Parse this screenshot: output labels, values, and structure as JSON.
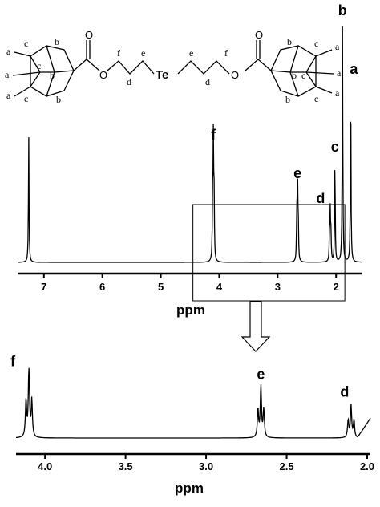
{
  "chart_data": [
    {
      "type": "line",
      "title": "",
      "xlabel": "ppm",
      "ylabel": "",
      "xlim": [
        7.45,
        1.55
      ],
      "x_reversed": true,
      "x_ticks": [
        "7",
        "6",
        "5",
        "4",
        "3",
        "2"
      ],
      "peaks": [
        {
          "label": "",
          "ppm": 7.26,
          "height": 0.52
        },
        {
          "label": "f",
          "ppm": 4.1,
          "height": 0.47
        },
        {
          "label": "e",
          "ppm": 2.66,
          "height": 0.31
        },
        {
          "label": "d",
          "ppm": 2.1,
          "height": 0.2
        },
        {
          "label": "c",
          "ppm": 2.02,
          "height": 0.42
        },
        {
          "label": "b",
          "ppm": 1.89,
          "height": 1.0
        },
        {
          "label": "a",
          "ppm": 1.75,
          "height": 0.75
        }
      ],
      "zoom_box_ppm": [
        4.45,
        1.85
      ]
    },
    {
      "type": "line",
      "title": "",
      "xlabel": "ppm",
      "ylabel": "",
      "xlim": [
        4.18,
        1.98
      ],
      "x_reversed": true,
      "x_ticks": [
        "4.0",
        "3.5",
        "3.0",
        "2.5",
        "2.0"
      ],
      "peaks": [
        {
          "label": "f",
          "ppm": 4.1,
          "height": 0.95
        },
        {
          "label": "e",
          "ppm": 2.66,
          "height": 0.72
        },
        {
          "label": "d",
          "ppm": 2.1,
          "height": 0.45
        }
      ]
    }
  ],
  "molecule": {
    "atoms": {
      "o": "O",
      "te": "Te"
    },
    "labels": {
      "a": "a",
      "b": "b",
      "c": "c",
      "d": "d",
      "e": "e",
      "f": "f"
    }
  }
}
